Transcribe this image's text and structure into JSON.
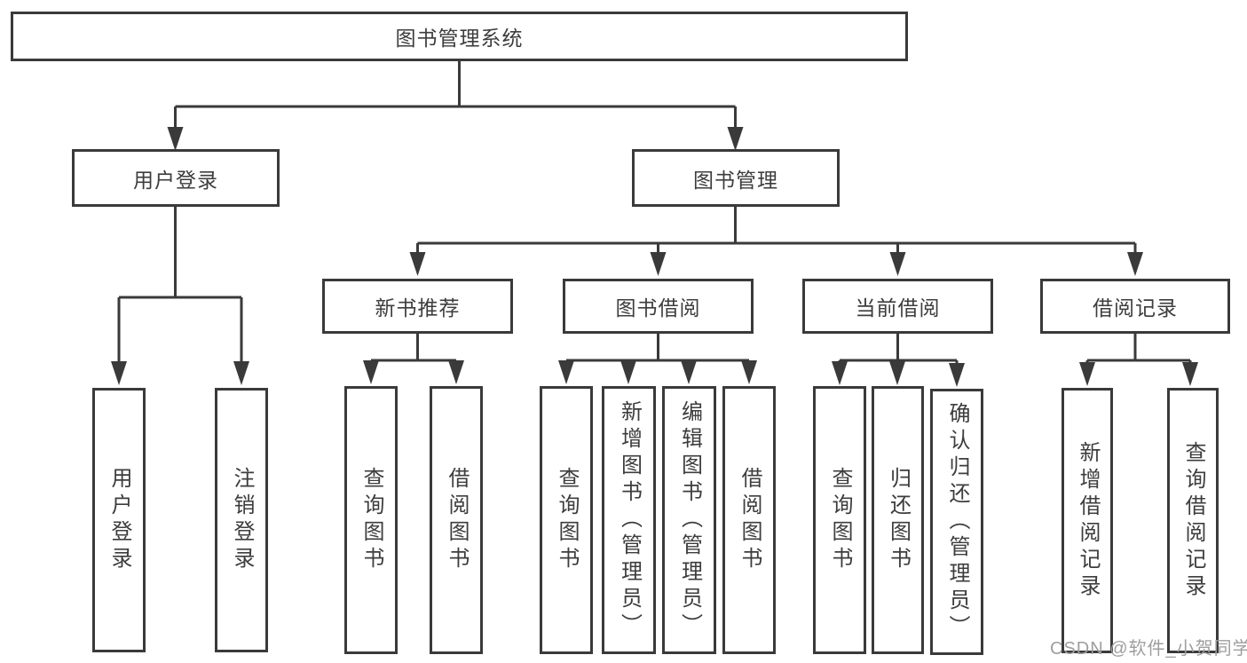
{
  "watermark": "CSDN @软件_小贺同学",
  "colors": {
    "line": "#3a3a3a",
    "text": "#3d3d3d",
    "watermark": "#9e9e9e",
    "background": "#ffffff"
  },
  "tree": {
    "label": "图书管理系统",
    "children": [
      {
        "label": "用户登录",
        "children": [
          {
            "label": "用户登录"
          },
          {
            "label": "注销登录"
          }
        ]
      },
      {
        "label": "图书管理",
        "children": [
          {
            "label": "新书推荐",
            "children": [
              {
                "label": "查询图书"
              },
              {
                "label": "借阅图书"
              }
            ]
          },
          {
            "label": "图书借阅",
            "children": [
              {
                "label": "查询图书"
              },
              {
                "label": "新增图书（管理员）"
              },
              {
                "label": "编辑图书（管理员）"
              },
              {
                "label": "借阅图书"
              }
            ]
          },
          {
            "label": "当前借阅",
            "children": [
              {
                "label": "查询图书"
              },
              {
                "label": "归还图书"
              },
              {
                "label": "确认归还（管理员）"
              }
            ]
          },
          {
            "label": "借阅记录",
            "children": [
              {
                "label": "新增借阅记录"
              },
              {
                "label": "查询借阅记录"
              }
            ]
          }
        ]
      }
    ]
  }
}
